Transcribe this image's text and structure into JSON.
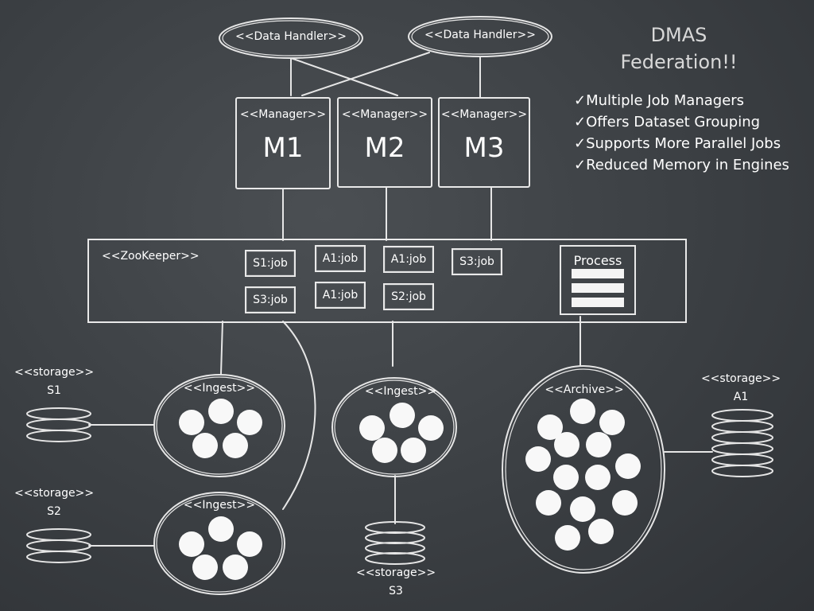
{
  "title_line1": "DMAS",
  "title_line2": "Federation!!",
  "features": [
    "✓Multiple Job Managers",
    "✓Offers Dataset Grouping",
    "✓Supports More Parallel Jobs",
    "✓Reduced Memory in Engines"
  ],
  "data_handlers": [
    "<<Data Handler>>",
    "<<Data Handler>>"
  ],
  "managers": [
    {
      "stereotype": "<<Manager>>",
      "name": "M1"
    },
    {
      "stereotype": "<<Manager>>",
      "name": "M2"
    },
    {
      "stereotype": "<<Manager>>",
      "name": "M3"
    }
  ],
  "zookeeper": {
    "label": "<<ZooKeeper>>",
    "jobs": [
      "S1:job",
      "S3:job",
      "A1:job",
      "A1:job",
      "A1:job",
      "S2:job",
      "S3:job"
    ],
    "process_label": "Process"
  },
  "engines": [
    {
      "label": "<<Ingest>>"
    },
    {
      "label": "<<Ingest>>"
    },
    {
      "label": "<<Archive>>"
    },
    {
      "label": "<<Ingest>>"
    }
  ],
  "storages": [
    {
      "stereotype": "<<storage>>",
      "name": "S1"
    },
    {
      "stereotype": "<<storage>>",
      "name": "S2"
    },
    {
      "stereotype": "<<storage>>",
      "name": "S3"
    },
    {
      "stereotype": "<<storage>>",
      "name": "A1"
    }
  ]
}
